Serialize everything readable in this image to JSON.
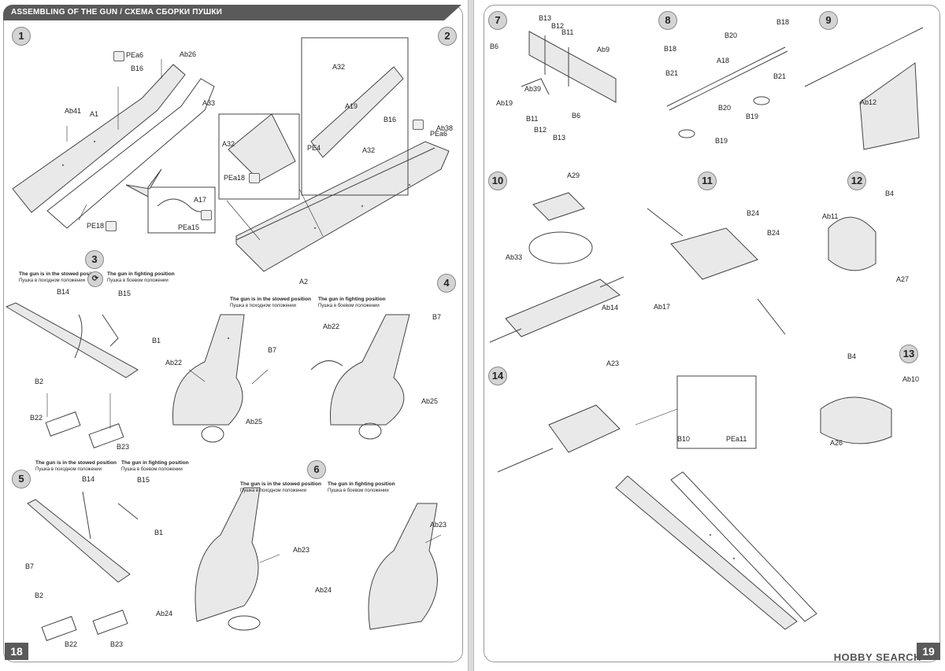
{
  "header": {
    "title": "ASSEMBLING OF THE GUN",
    "title_ru": " / СХЕМА СБОРКИ ПУШКИ"
  },
  "pages": {
    "left": "18",
    "right": "19"
  },
  "watermark": "HOBBY SEARCH",
  "positions": {
    "stowed_en": "The gun is in the stowed position",
    "stowed_ru": "Пушка в походном положении",
    "fighting_en": "The gun in fighting position",
    "fighting_ru": "Пушка в боевом положении"
  },
  "steps": [
    "1",
    "2",
    "3",
    "4",
    "5",
    "6",
    "7",
    "8",
    "9",
    "10",
    "11",
    "12",
    "13",
    "14"
  ],
  "labels": {
    "s1": [
      "PEa6",
      "Ab26",
      "B16",
      "A33",
      "Ab41",
      "A1",
      "A17",
      "PE18",
      "PEa15"
    ],
    "s2": [
      "A32",
      "A19",
      "A32",
      "PEa18",
      "B16",
      "PEa6",
      "Ab38",
      "PE4",
      "A32",
      "A2"
    ],
    "s3": [
      "B14",
      "B15",
      "B1",
      "B2",
      "B22",
      "B23"
    ],
    "s4": [
      "Ab22",
      "B7",
      "Ab25",
      "Ab22",
      "B7",
      "Ab25"
    ],
    "s5": [
      "B14",
      "B15",
      "B1",
      "B7",
      "B2",
      "B22",
      "B23"
    ],
    "s6": [
      "Ab23",
      "Ab24",
      "Ab23",
      "Ab24"
    ],
    "s7": [
      "B13",
      "B12",
      "B11",
      "B6",
      "Ab9",
      "Ab19",
      "Ab39",
      "B11",
      "B12",
      "B6",
      "B13"
    ],
    "s8": [
      "B18",
      "B20",
      "B18",
      "A18",
      "B21",
      "B21",
      "B20",
      "B19",
      "B19"
    ],
    "s9": [
      "Ab12"
    ],
    "s10": [
      "A29",
      "Ab33",
      "Ab14",
      "A23"
    ],
    "s11": [
      "B24",
      "B24",
      "Ab17"
    ],
    "s12": [
      "B4",
      "Ab11",
      "A27"
    ],
    "s13": [
      "B4",
      "Ab10",
      "A26"
    ],
    "s14": [
      "B10",
      "PEa11"
    ]
  },
  "callouts": [
    "1",
    "3",
    "3",
    "2",
    "5",
    "5",
    "8",
    "7",
    "9",
    "10",
    "11",
    "13",
    "12",
    "4",
    "6"
  ]
}
